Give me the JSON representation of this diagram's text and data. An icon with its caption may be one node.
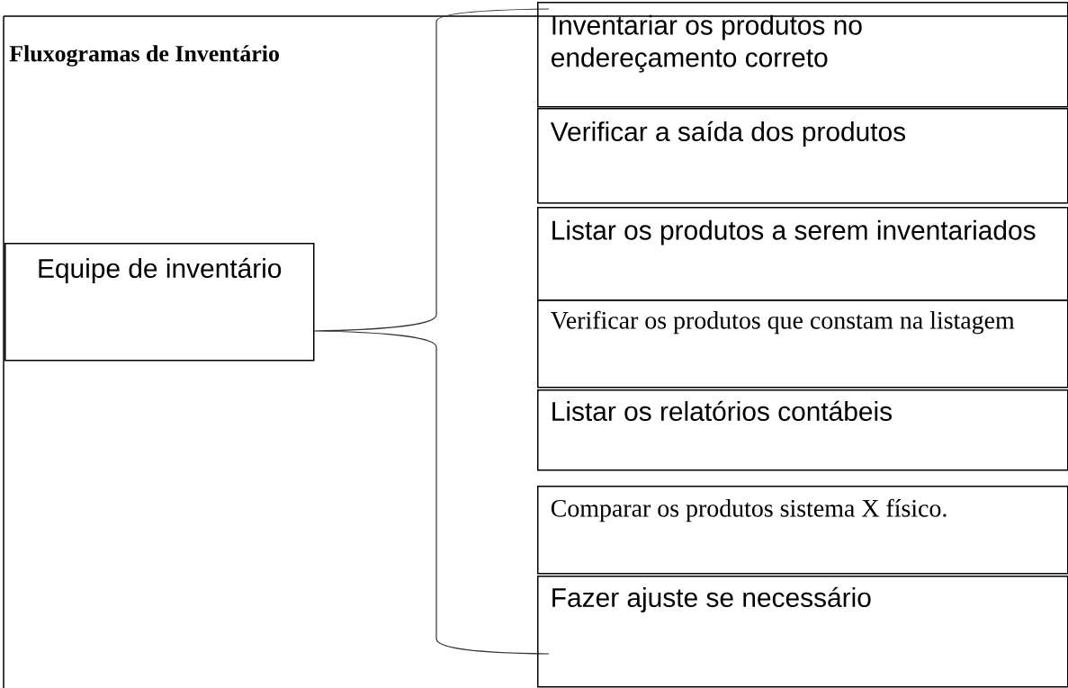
{
  "diagram": {
    "title": "Fluxogramas de Inventário",
    "nodes": [
      {
        "text": [
          "Equipe de inventário"
        ]
      },
      {
        "text": [
          "Inventariar os produtos no endereçamento correto"
        ]
      },
      {
        "text": [
          "Verificar a saída dos produtos"
        ]
      },
      {
        "text": [
          "Listar os produtos a serem inventariados"
        ]
      },
      {
        "text": [
          "Verificar os produtos que constam na listagem"
        ]
      },
      {
        "text": [
          "Listar os relatórios contábeis"
        ]
      },
      {
        "text": [
          "Comparar os produtos  sistema X físico."
        ]
      },
      {
        "text": [
          "Fazer ajuste se necessário"
        ]
      }
    ]
  }
}
